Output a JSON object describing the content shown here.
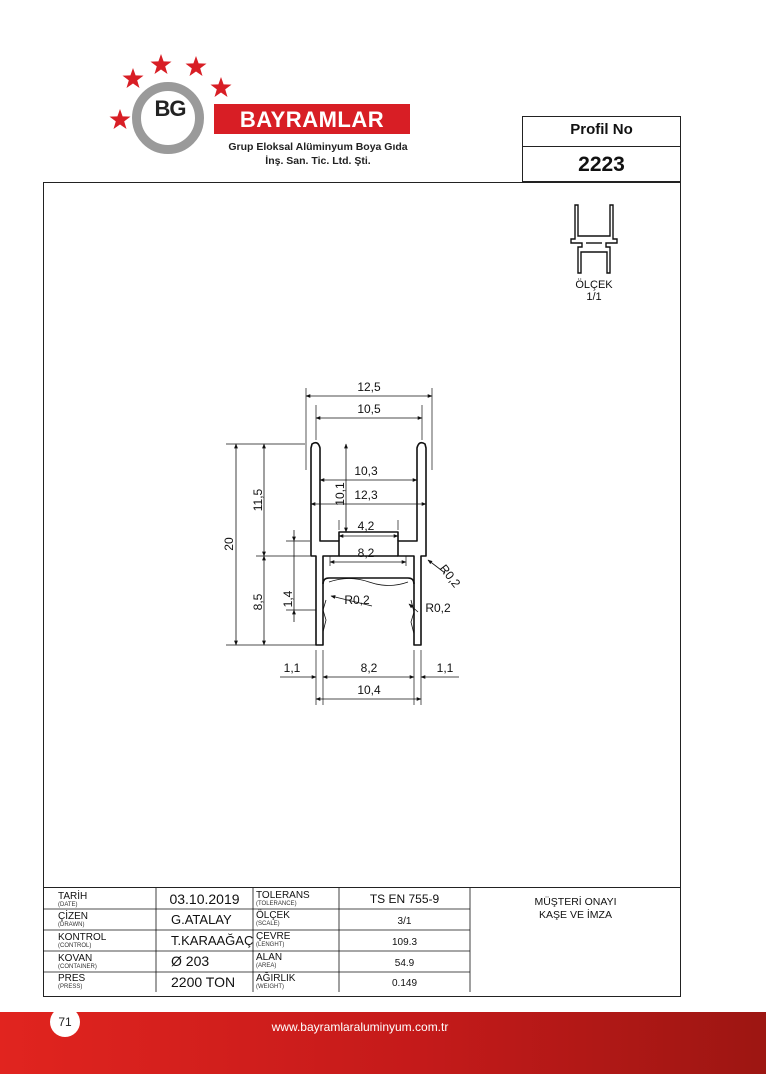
{
  "brand": {
    "logo_text": "BG",
    "name": "BAYRAMLAR",
    "subtitle_line1": "Grup Eloksal Alüminyum Boya Gıda",
    "subtitle_line2": "İnş. San. Tic. Ltd. Şti."
  },
  "profile": {
    "label": "Profil No",
    "number": "2223"
  },
  "scale_note": {
    "label": "ÖLÇEK",
    "value": "1/1"
  },
  "dimensions": {
    "d_12_5": "12,5",
    "d_10_5": "10,5",
    "d_10_3": "10,3",
    "d_12_3": "12,3",
    "d_10_1": "10,1",
    "d_11_5": "11,5",
    "d_20": "20",
    "d_4_2": "4,2",
    "d_8_2_top": "8,2",
    "d_8_5": "8,5",
    "d_1_4": "1,4",
    "r_left": "R0,2",
    "r_right": "R0,2",
    "r_corner": "R0,2",
    "d_1_1_left": "1,1",
    "d_8_2_bottom": "8,2",
    "d_1_1_right": "1,1",
    "d_10_4": "10,4"
  },
  "table": {
    "rows": [
      {
        "label": "TARİH",
        "sub": "(DATE)",
        "value": "03.10.2019",
        "label2": "TOLERANS",
        "sub2": "(TOLERANCE)",
        "value2": "TS EN 755-9"
      },
      {
        "label": "ÇİZEN",
        "sub": "(DRAWN)",
        "value": "G.ATALAY",
        "label2": "ÖLÇEK",
        "sub2": "(SCALE)",
        "value2": "3/1"
      },
      {
        "label": "KONTROL",
        "sub": "(CONTROL)",
        "value": "T.KARAAĞAÇ",
        "label2": "ÇEVRE",
        "sub2": "(LENGHT)",
        "value2": "109.3"
      },
      {
        "label": "KOVAN",
        "sub": "(CONTAINER)",
        "value": "Ø 203",
        "label2": "ALAN",
        "sub2": "(AREA)",
        "value2": "54.9"
      },
      {
        "label": "PRES",
        "sub": "(PRESS)",
        "value": "2200  TON",
        "label2": "AĞIRLIK",
        "sub2": "(WEIGHT)",
        "value2": "0.149"
      }
    ],
    "approval_line1": "MÜŞTERİ ONAYI",
    "approval_line2": "KAŞE VE İMZA"
  },
  "footer": {
    "page_number": "71",
    "url": "www.bayramlaraluminyum.com.tr"
  },
  "colors": {
    "brand_red": "#d81e25",
    "ring_gray": "#9a9a9a"
  }
}
